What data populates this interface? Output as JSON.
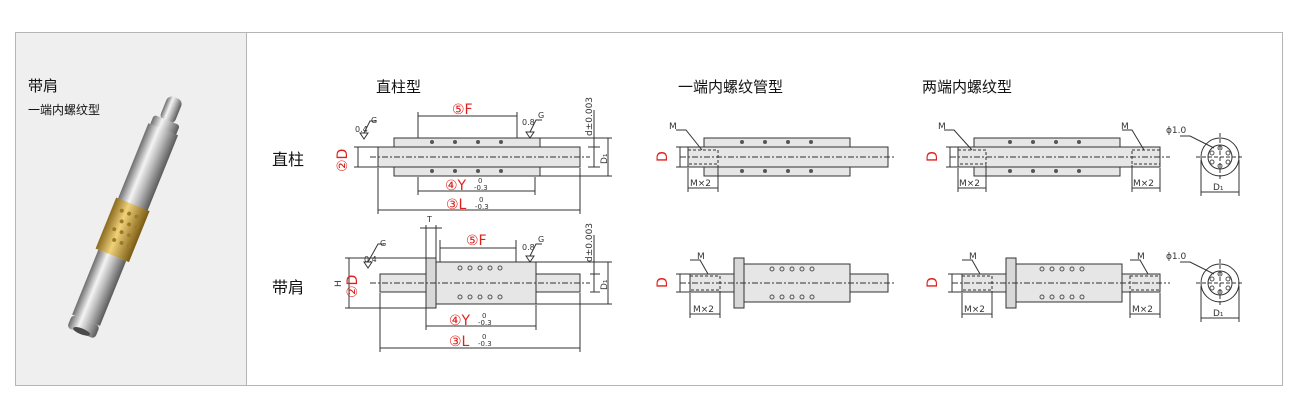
{
  "product": {
    "title": "带肩",
    "subtitle": "一端内螺纹型"
  },
  "column_headings": {
    "straight": "直柱型",
    "one_end_thread": "一端内螺纹管型",
    "both_ends_thread": "两端内螺纹型"
  },
  "row_labels": {
    "straight": "直柱",
    "shoulder": "带肩"
  },
  "dimension_labels": {
    "f": "⑤F",
    "y": "④Y",
    "l": "③L",
    "d_main": "②D",
    "d": "D",
    "d1": "D₁",
    "d_tol": "d±0.003",
    "h": "H",
    "t": "T",
    "m": "M",
    "m2": "M×2",
    "phi": "ϕ1.0",
    "tol_zero": "0",
    "tol_neg": "-0.3",
    "g": "G",
    "r04": "0.4",
    "r08": "0.8"
  },
  "colors": {
    "accent_red": "#e0201c",
    "line": "#333333",
    "panel_bg": "#efefef",
    "border": "#b5b5b5"
  }
}
